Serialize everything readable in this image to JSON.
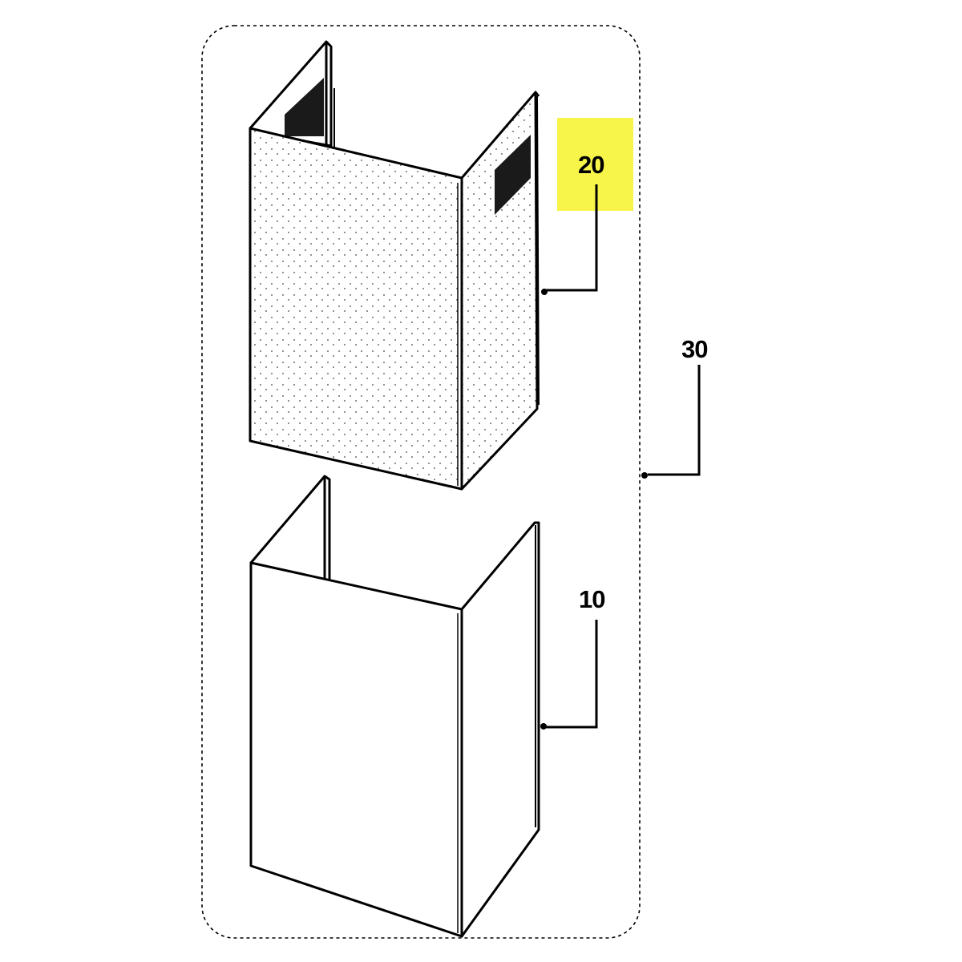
{
  "callouts": {
    "part_20": "20",
    "part_30": "30",
    "part_10": "10"
  },
  "colors": {
    "highlight": "#f7f54a",
    "line": "#000000",
    "background": "#ffffff",
    "vent_slot": "#1a1a1a"
  },
  "highlighted_callout": "20"
}
